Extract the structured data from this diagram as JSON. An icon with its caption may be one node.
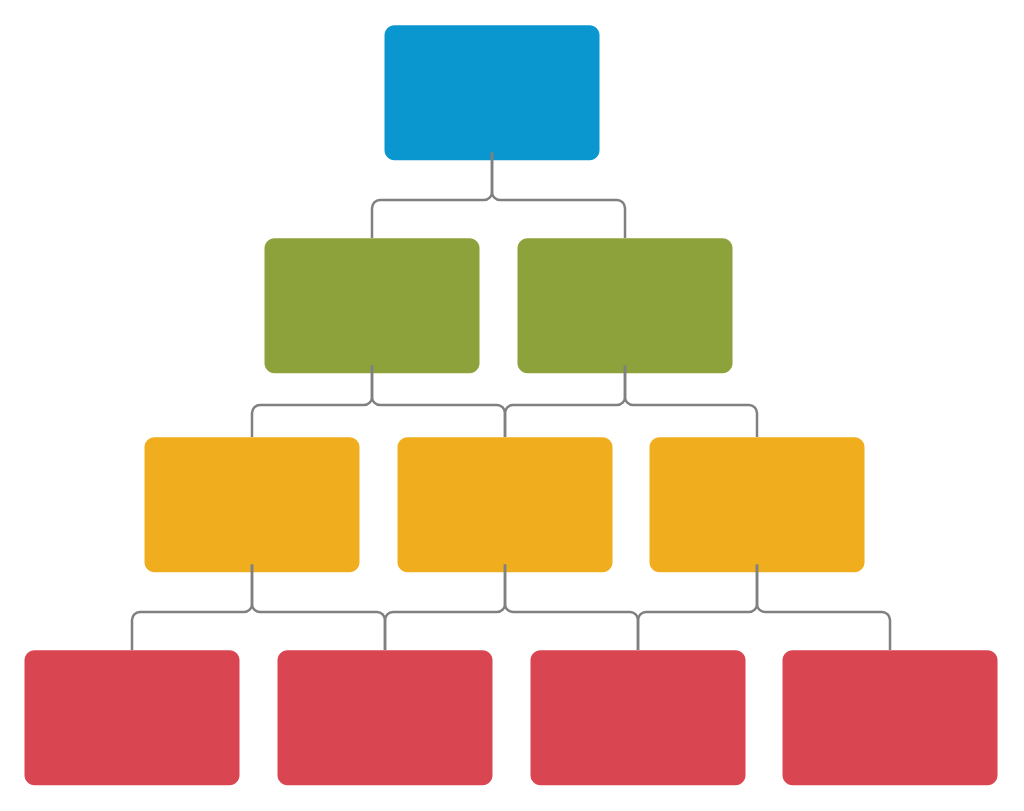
{
  "diagram": {
    "nodes": [
      {
        "text": [],
        "shape": "box"
      },
      {
        "text": [],
        "shape": "box"
      },
      {
        "text": [],
        "shape": "box"
      },
      {
        "text": [],
        "shape": "box"
      },
      {
        "text": [],
        "shape": "box"
      },
      {
        "text": [],
        "shape": "box"
      },
      {
        "text": [],
        "shape": "box"
      },
      {
        "text": [],
        "shape": "box"
      },
      {
        "text": [],
        "shape": "box"
      },
      {
        "text": [],
        "shape": "box"
      }
    ],
    "edges": [
      {
        "from": 0,
        "to": 1,
        "arrow": "none"
      },
      {
        "from": 0,
        "to": 2,
        "arrow": "none"
      },
      {
        "from": 1,
        "to": 3,
        "arrow": "none"
      },
      {
        "from": 1,
        "to": 4,
        "arrow": "none"
      },
      {
        "from": 2,
        "to": 4,
        "arrow": "none"
      },
      {
        "from": 2,
        "to": 5,
        "arrow": "none"
      },
      {
        "from": 3,
        "to": 6,
        "arrow": "none"
      },
      {
        "from": 3,
        "to": 7,
        "arrow": "none"
      },
      {
        "from": 4,
        "to": 7,
        "arrow": "none"
      },
      {
        "from": 4,
        "to": 8,
        "arrow": "none"
      },
      {
        "from": 5,
        "to": 8,
        "arrow": "none"
      },
      {
        "from": 5,
        "to": 9,
        "arrow": "none"
      }
    ]
  }
}
